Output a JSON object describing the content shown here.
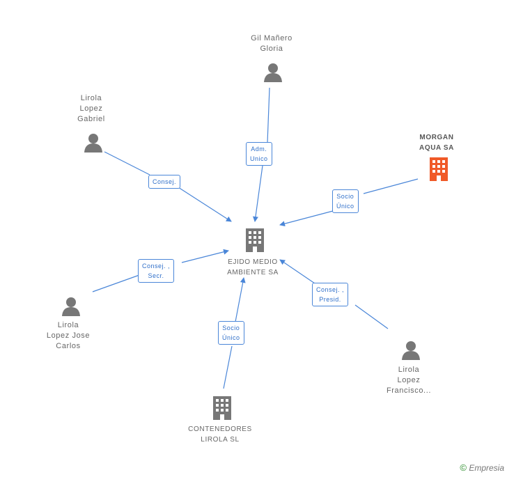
{
  "center": {
    "label_line1": "EJIDO MEDIO",
    "label_line2": "AMBIENTE SA"
  },
  "persons": {
    "gil": {
      "line1": "Gil Mañero",
      "line2": "Gloria"
    },
    "gab": {
      "line1": "Lirola",
      "line2": "Lopez",
      "line3": "Gabriel"
    },
    "jc": {
      "line1": "Lirola",
      "line2": "Lopez Jose",
      "line3": "Carlos"
    },
    "fran": {
      "line1": "Lirola",
      "line2": "Lopez",
      "line3": "Francisco..."
    }
  },
  "companies": {
    "morgan": {
      "line1": "MORGAN",
      "line2": "AQUA SA",
      "color": "#f05a28"
    },
    "contenedores": {
      "line1": "CONTENEDORES",
      "line2": "LIROLA  SL",
      "color": "#777777"
    }
  },
  "edges": {
    "gil": "Adm.\nUnico",
    "gab": "Consej.",
    "morgan": "Socio\nÚnico",
    "jc": "Consej. ,\nSecr.",
    "cont": "Socio\nÚnico",
    "fran": "Consej. ,\nPresid."
  },
  "colors": {
    "edge": "#4a86d8",
    "person": "#777777"
  },
  "footer": {
    "copy": "©",
    "brand": "Empresia"
  }
}
